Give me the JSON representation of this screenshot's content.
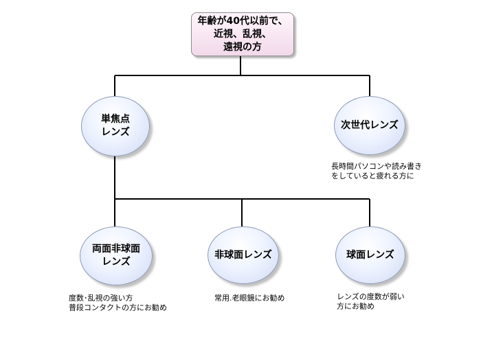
{
  "root": {
    "lines": [
      "年齢が40代以前で、",
      "近視、乱視、",
      "遠視の方"
    ]
  },
  "single_focus": {
    "lines": [
      "単焦点",
      "レンズ"
    ]
  },
  "next_gen": {
    "label": "次世代レンズ",
    "description": [
      "長時間パソコンや読み書き",
      "をしていると疲れる方に"
    ]
  },
  "double_aspheric": {
    "lines": [
      "両面非球面",
      "レンズ"
    ],
    "description": [
      "度数･乱視の強い方",
      "普段コンタクトの方にお勧め"
    ]
  },
  "aspheric": {
    "label": "非球面レンズ",
    "description": [
      "常用.老眼鏡にお勧め"
    ]
  },
  "spherical": {
    "label": "球面レンズ",
    "description": [
      "レンズの度数が弱い",
      "方にお勧め"
    ]
  },
  "colors": {
    "root_fill": "#f2d9ea",
    "node_fill": "#cfd9f3",
    "connector": "#000000"
  }
}
